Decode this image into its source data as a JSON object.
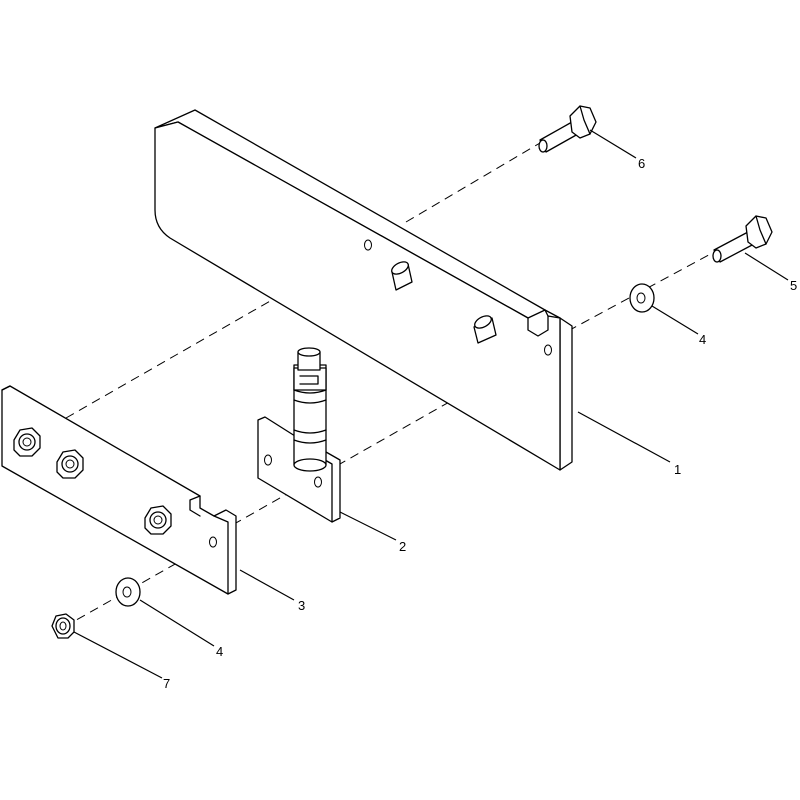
{
  "callouts": [
    {
      "id": "1",
      "label": "1"
    },
    {
      "id": "2",
      "label": "2"
    },
    {
      "id": "3",
      "label": "3"
    },
    {
      "id": "4a",
      "label": "4"
    },
    {
      "id": "4b",
      "label": "4"
    },
    {
      "id": "5",
      "label": "5"
    },
    {
      "id": "6",
      "label": "6"
    },
    {
      "id": "7",
      "label": "7"
    }
  ]
}
